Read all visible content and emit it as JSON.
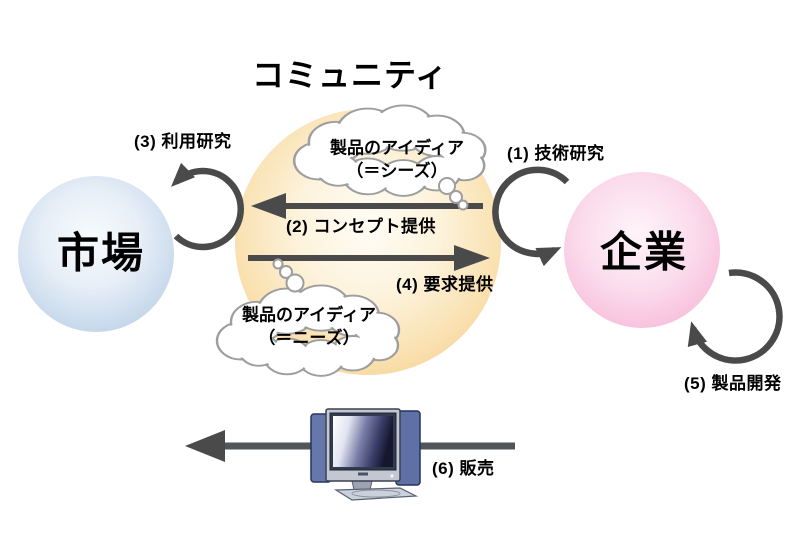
{
  "title": "コミュニティ",
  "nodes": {
    "market": "市場",
    "enterprise": "企業"
  },
  "clouds": {
    "seeds": {
      "line1": "製品のアイディア",
      "line2": "（＝シーズ）"
    },
    "needs": {
      "line1": "製品のアイディア",
      "line2": "（＝ニーズ）"
    }
  },
  "labels": {
    "f1": "(1) 技術研究",
    "f2": "(2) コンセプト提供",
    "f3": "(3) 利用研究",
    "f4": "(4) 要求提供",
    "f5": "(5) 製品開発",
    "f6": "(6) 販売"
  },
  "icons": {
    "tv": "tv-icon"
  },
  "colors": {
    "arrow": "#4a4a4a",
    "community_edge": "#f5c87e",
    "market_edge": "#a9c5e2",
    "enterprise_edge": "#f4a6d0",
    "cloud_stroke": "#9e9e9e",
    "tv_panel": "#5e70a5",
    "text": "#000000"
  }
}
